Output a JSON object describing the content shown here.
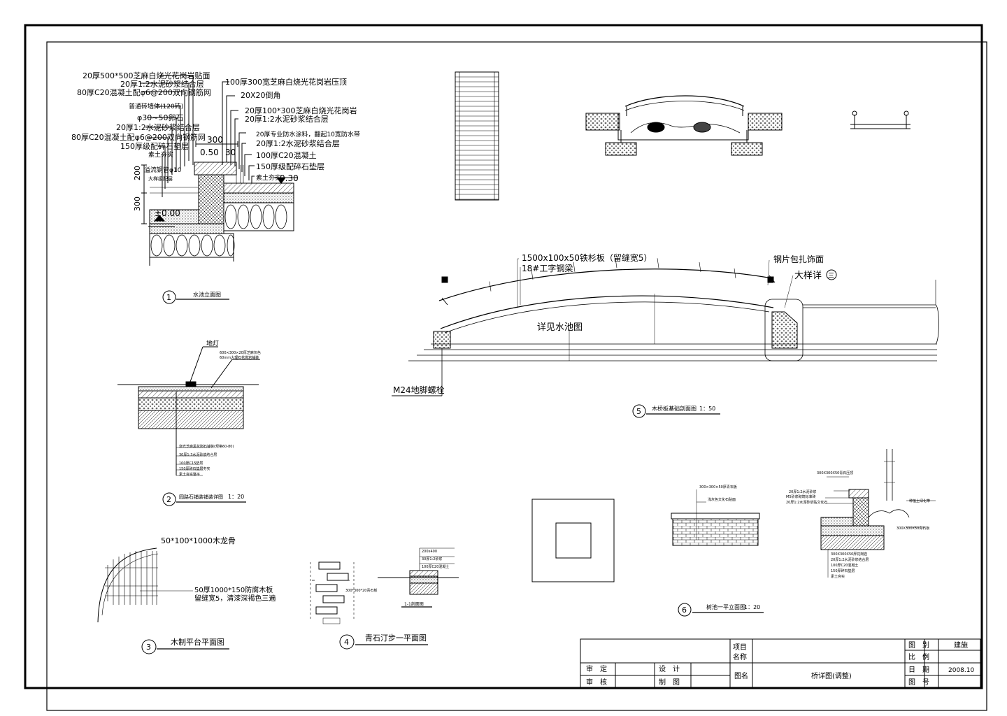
{
  "detail1": {
    "labels": [
      "20厚500*500芝麻白烧光花岗岩贴面",
      "20厚1:2水泥砂浆结合层",
      "80厚C20混凝土配φ6@200双向钢筋网",
      "普通砖墙体(120砖)",
      "φ30~50卵石",
      "20厚1:2水泥砂浆结合层",
      "80厚C20混凝土配φ6@200双向钢筋网",
      "150厚级配碎石垫层",
      "素土夯实"
    ],
    "right_labels": [
      "100厚300宽芝麻白烧光花岗岩压顶",
      "20X20倒角",
      "20厚100*300芝麻白烧光花岗岩",
      "20厚1:2水泥砂浆结合层",
      "20厚专业防水涂料，翻起10宽防水带",
      "20厚1:2水泥砂浆结合层",
      "100厚C20混凝土",
      "150厚级配碎石垫层",
      "素土夯实"
    ],
    "dims": {
      "w300": "300",
      "d050": "0.50",
      "d30": "30",
      "h200": "200",
      "h300": "300",
      "lvl000": "±0.00",
      "lvl030": "0.30"
    },
    "pipe_label": "溢流钢管φ10",
    "pipe_label2": "大样级配层",
    "num": "1",
    "title": "水池立面图"
  },
  "detail2": {
    "top_label": "地灯",
    "labels_top": [
      "600×300×20厚芝麻灰色",
      "60mm大理石花岗岩铺装"
    ],
    "labels": [
      "烧光芝麻黑花岗石铺装(规格60-80)",
      "30厚1:3水泥砂浆结合层",
      "100厚C15垫层",
      "150厚碎石垫层夯实",
      "素土夯实整平"
    ],
    "num": "2",
    "title": "园路石铺装铺装详图",
    "scale": "1：20"
  },
  "detail3": {
    "label_top": "50*100*1000木龙骨",
    "label_a": "50厚1000*150防腐木板",
    "label_b": "留缝宽5，清漆深褐色三遍",
    "num": "3",
    "title": "木制平台平面图"
  },
  "detail4": {
    "labels_right": [
      "200x400",
      "30厚1:2砂浆",
      "100厚C20混凝土"
    ],
    "small": "300*300*20青石板",
    "sub_title": "1-1剖面图",
    "num": "4",
    "title": "青石汀步一平面图"
  },
  "detail5": {
    "label1": "1500x100x50铁杉板（留缝宽5）",
    "label2": "18#工字钢梁",
    "label3": "钢片包扎饰面",
    "label4": "大样详",
    "label4_circle": "三",
    "label5": "详见水池图",
    "label6": "M24地脚螺栓",
    "num": "5",
    "title": "木桥板基础剖面图",
    "scale": "1：50"
  },
  "detail6": {
    "labels_a": [
      "300×300×50厚青石板",
      "浅灰色文化石贴面"
    ],
    "labels_b": [
      "300X300X50青石压顶",
      "20厚1:2水泥砂浆",
      "M5砂浆砌筑标准砖",
      "20厚1:2水泥砂浆贴文化石"
    ],
    "labels_c": [
      "300X300X50厚花岗岩",
      "20厚1:2水泥砂浆结合层",
      "100厚C20混凝土",
      "150厚碎石垫层",
      "素土夯实"
    ],
    "label_r": "种植土绿化带",
    "label_r2": "300X300X50青石板",
    "num": "6",
    "title": "树池一平立面图",
    "scale": "1：20"
  },
  "title_block": {
    "project_label": "项目\n名称",
    "drawing_label": "图名",
    "drawing_name": "桥详图(调整)",
    "review": "审　定",
    "check": "审　核",
    "design": "设　计",
    "draw": "制　图",
    "fig_type_label": "图　别",
    "fig_type": "建施",
    "scale_label": "比　例",
    "scale": "",
    "date_label": "日　期",
    "date": "2008.10",
    "fig_no_label": "图　号",
    "fig_no": ""
  }
}
